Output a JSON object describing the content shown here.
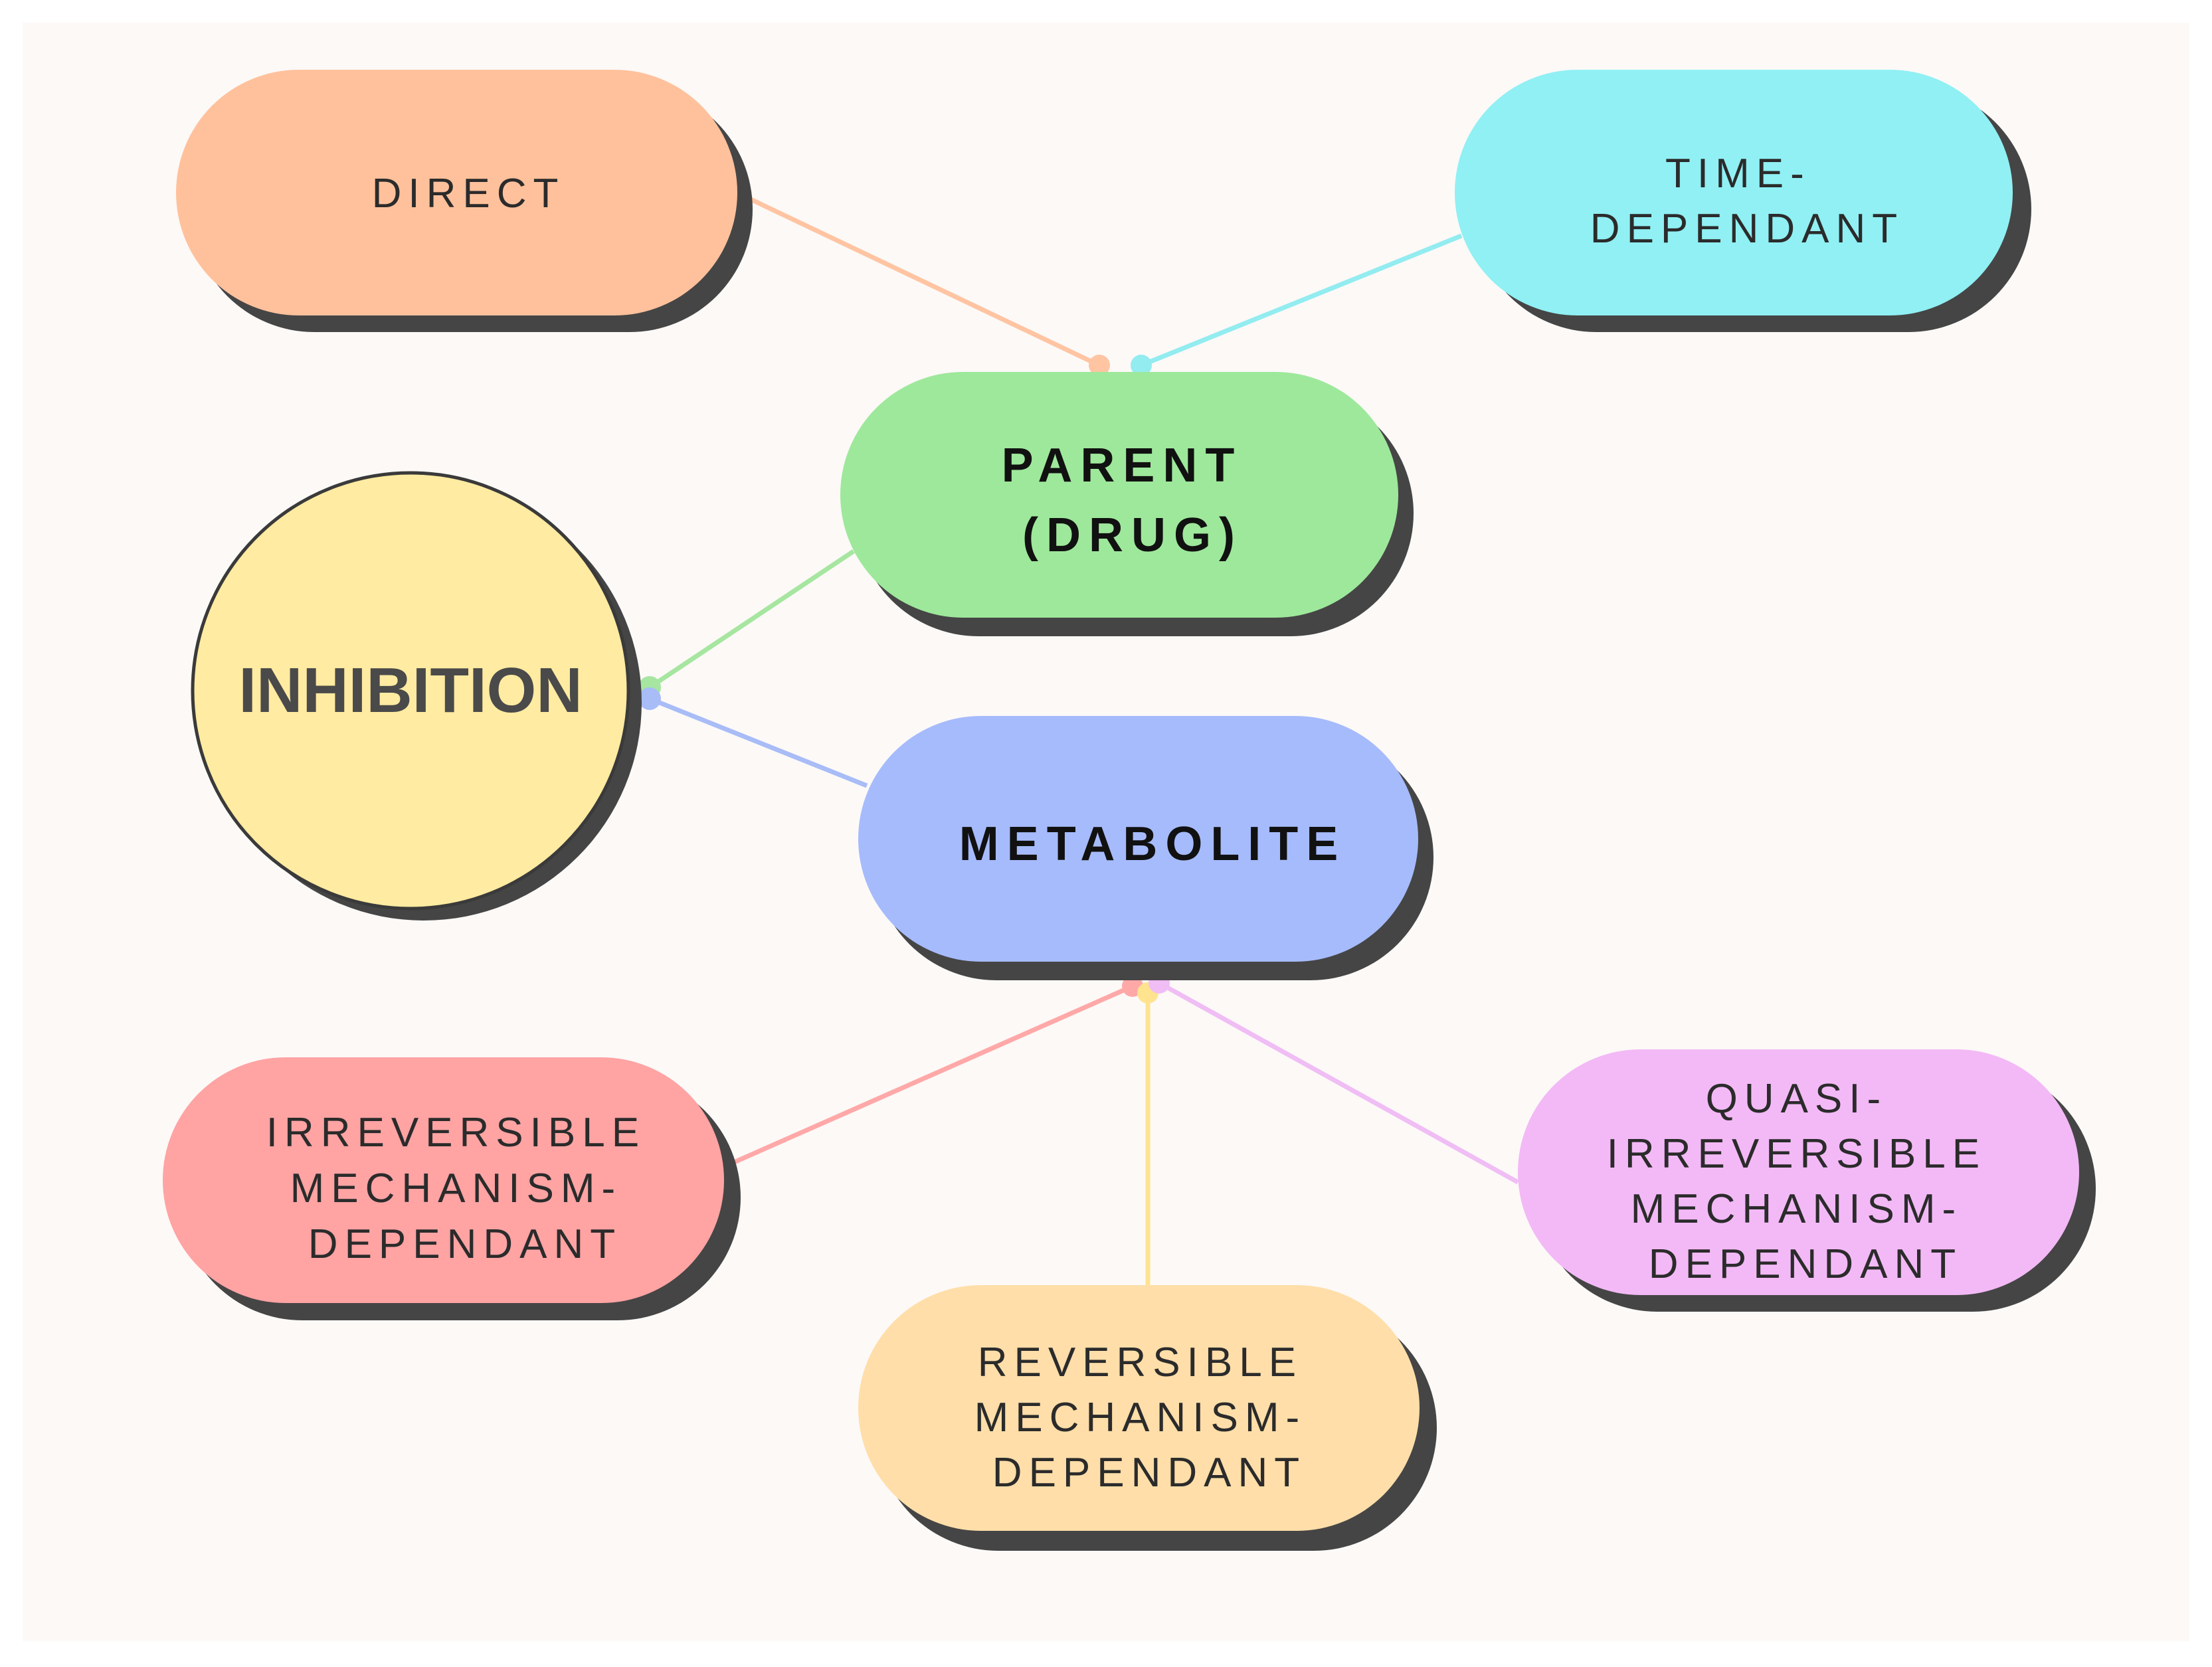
{
  "diagram": {
    "background": "#fcf9f7",
    "shadow_color": "#454545",
    "outline_color": "#3a3a3a",
    "center": {
      "label": "INHIBITION",
      "color": "#ffeba1"
    },
    "sources": [
      {
        "id": "parent",
        "lines": [
          "PARENT",
          "(DRUG)"
        ],
        "color": "#9ee89b",
        "edge_color": "#a6e6a0"
      },
      {
        "id": "metabolite",
        "lines": [
          "METABOLITE"
        ],
        "color": "#a6bbfc",
        "edge_color": "#a8bcf7"
      }
    ],
    "mechanisms": [
      {
        "id": "direct",
        "lines": [
          "DIRECT"
        ],
        "color": "#ffc19c",
        "edge_color": "#ffc4a2",
        "parent": "parent"
      },
      {
        "id": "time-dependant",
        "lines": [
          "TIME-",
          "DEPENDANT"
        ],
        "color": "#90f0f4",
        "edge_color": "#92ecf0",
        "parent": "parent"
      },
      {
        "id": "irreversible",
        "lines": [
          "IRREVERSIBLE",
          "MECHANISM-",
          "DEPENDANT"
        ],
        "color": "#ffa3a3",
        "edge_color": "#ffa8a8",
        "parent": "metabolite"
      },
      {
        "id": "reversible",
        "lines": [
          "REVERSIBLE",
          "MECHANISM-",
          "DEPENDANT"
        ],
        "color": "#ffdea9",
        "edge_color": "#ffe38f",
        "parent": "metabolite"
      },
      {
        "id": "quasi-irreversible",
        "lines": [
          "QUASI-",
          "IRREVERSIBLE",
          "MECHANISM-",
          "DEPENDANT"
        ],
        "color": "#f3b9f6",
        "edge_color": "#f0bdf5",
        "parent": "metabolite"
      }
    ]
  }
}
